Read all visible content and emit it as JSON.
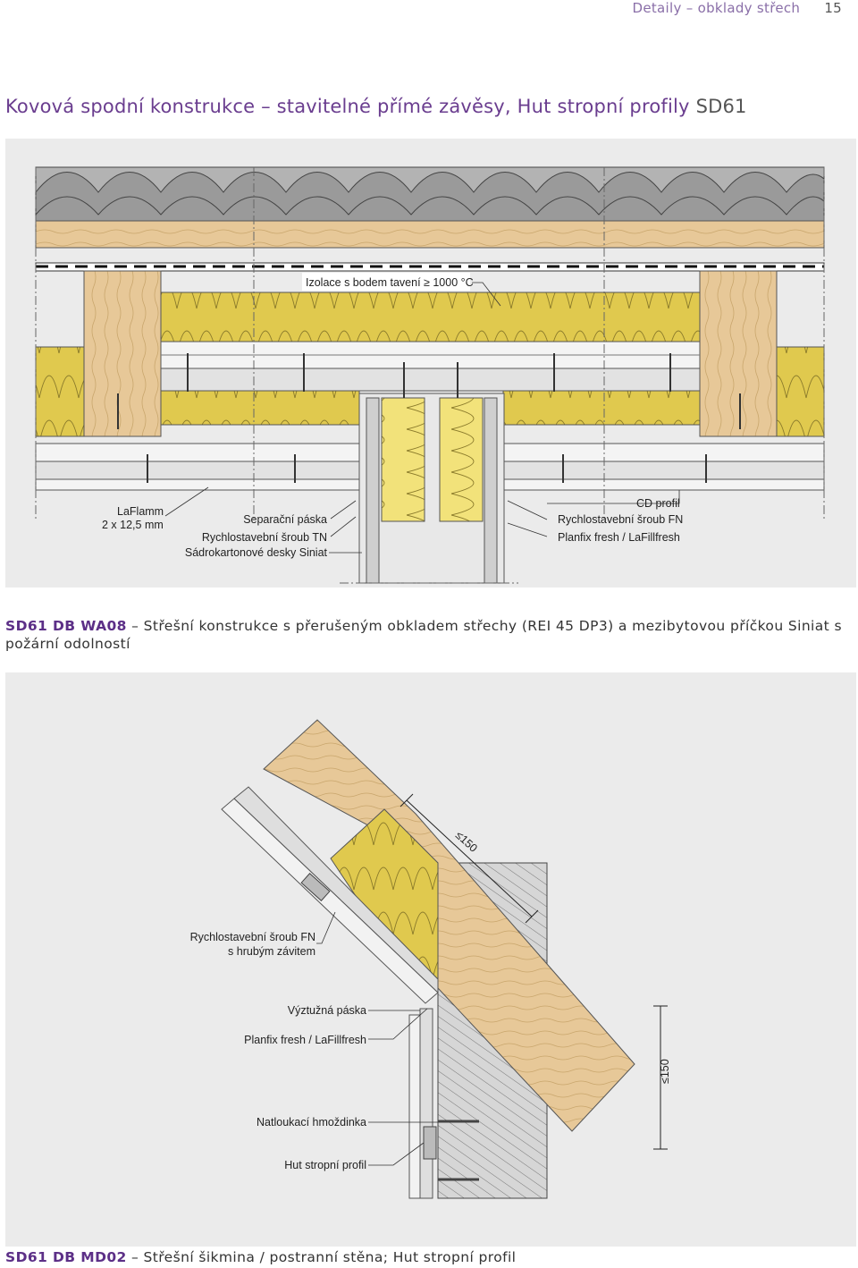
{
  "header": {
    "section": "Detaily – obklady střech",
    "page": "15"
  },
  "title": {
    "text": "Kovová spodní konstrukce – stavitelné přímé závěsy, Hut stropní profily",
    "code": "SD61"
  },
  "figure1": {
    "labels": {
      "izolace": "Izolace s bodem tavení ≥ 1000 °C",
      "laflamm_1": "LaFlamm",
      "laflamm_2": "2 x 12,5 mm",
      "separacni": "Separační páska",
      "sroub_tn": "Rychlostavební šroub TN",
      "sadrokarton": "Sádrokartonové desky Siniat",
      "cd_profil": "CD profil",
      "sroub_fn": "Rychlostavební šroub FN",
      "planfix": "Planfix fresh / LaFillfresh"
    },
    "caption_code": "SD61 DB WA08",
    "caption_text": " – Střešní konstrukce s přerušeným obkladem střechy (REI 45 DP3) a mezibytovou příčkou Siniat s požární odolností"
  },
  "figure2": {
    "labels": {
      "sroub_fn_1": "Rychlostavební šroub FN",
      "sroub_fn_2": "s hrubým závitem",
      "vyztuzna": "Výztužná páska",
      "planfix": "Planfix fresh / LaFillfresh",
      "hmozdinka": "Natloukací hmoždinka",
      "hut_profil": "Hut stropní profil",
      "dim_top": "≤150",
      "dim_right": "≤150"
    },
    "caption_code": "SD61 DB MD02",
    "caption_text": " – Střešní šikmina / postranní stěna; Hut stropní profil"
  },
  "colors": {
    "accent": "#6a3d8f",
    "wood": "#e7c898",
    "insulation": "#e0c94e",
    "tile": "#9a9a9a",
    "panel": "#ebebeb"
  }
}
